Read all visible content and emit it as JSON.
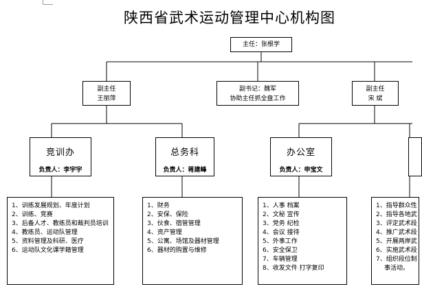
{
  "title": "陕西省武术运动管理中心机构图",
  "director": "主任：张根学",
  "deputies": [
    {
      "line1": "副主任",
      "line2": "王丽萍"
    },
    {
      "line1": "副书记：魏军",
      "line2": "协助主任抓全盘工作"
    },
    {
      "line1": "副主任",
      "line2": "宋  斌"
    }
  ],
  "departments": [
    {
      "name": "竞训办",
      "head": "负责人：李宇宇",
      "duties": [
        "1、训练发展规划、年度计划",
        "2、训练、竞赛",
        "3、后备人才、教练员和裁判员培训",
        "4、教练员、运动队管理",
        "5、资料管理及科研、医疗",
        "6、运动队文化课学籍管理"
      ]
    },
    {
      "name": "总务科",
      "head": "负责人：蒋建峰",
      "duties": [
        "1、财务",
        "2、安保、保险",
        "3、伙食、宿管管理",
        "4、资产管理",
        "5、公寓、场馆及器材管理",
        "6、器材的购置与维修"
      ]
    },
    {
      "name": "办公室",
      "head": "负责人：申宝文",
      "duties": [
        "1、人事  档案",
        "2、文秘  宣传",
        "3、党务  纪检",
        "4、会议  接待",
        "5、外事工作",
        "6、安全保卫",
        "7、车辆管理",
        "8、收发文件  打字复印"
      ]
    },
    {
      "name": "",
      "head": "",
      "duties": [
        "1、指导群众性",
        "2、指导各地武",
        "3、评定武术段",
        "4、推广武术段",
        "5、开展两岸武",
        "6、实施武术段",
        "7、组织段位制",
        "事活动。"
      ]
    }
  ]
}
